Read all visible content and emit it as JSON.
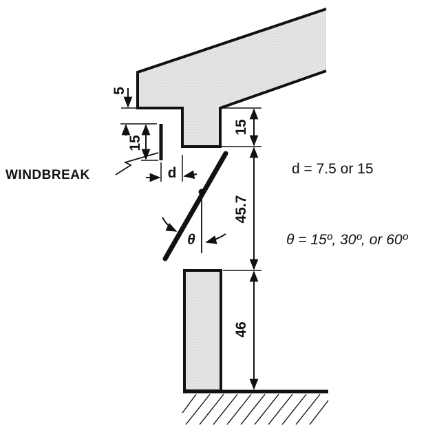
{
  "labels": {
    "windbreak": "WINDBREAK",
    "d_symbol": "d",
    "theta_symbol": "θ"
  },
  "dimensions": {
    "beam_step": "5",
    "windbreak_height": "15",
    "beam_drop": "15",
    "gap_height": "45.7",
    "sill_height": "46"
  },
  "notes": {
    "d_values": "d = 7.5 or 15",
    "theta_values": "θ = 15º, 30º, or 60º"
  },
  "colors": {
    "stroke": "#111111",
    "fill_shade": "#e2e2e2"
  }
}
